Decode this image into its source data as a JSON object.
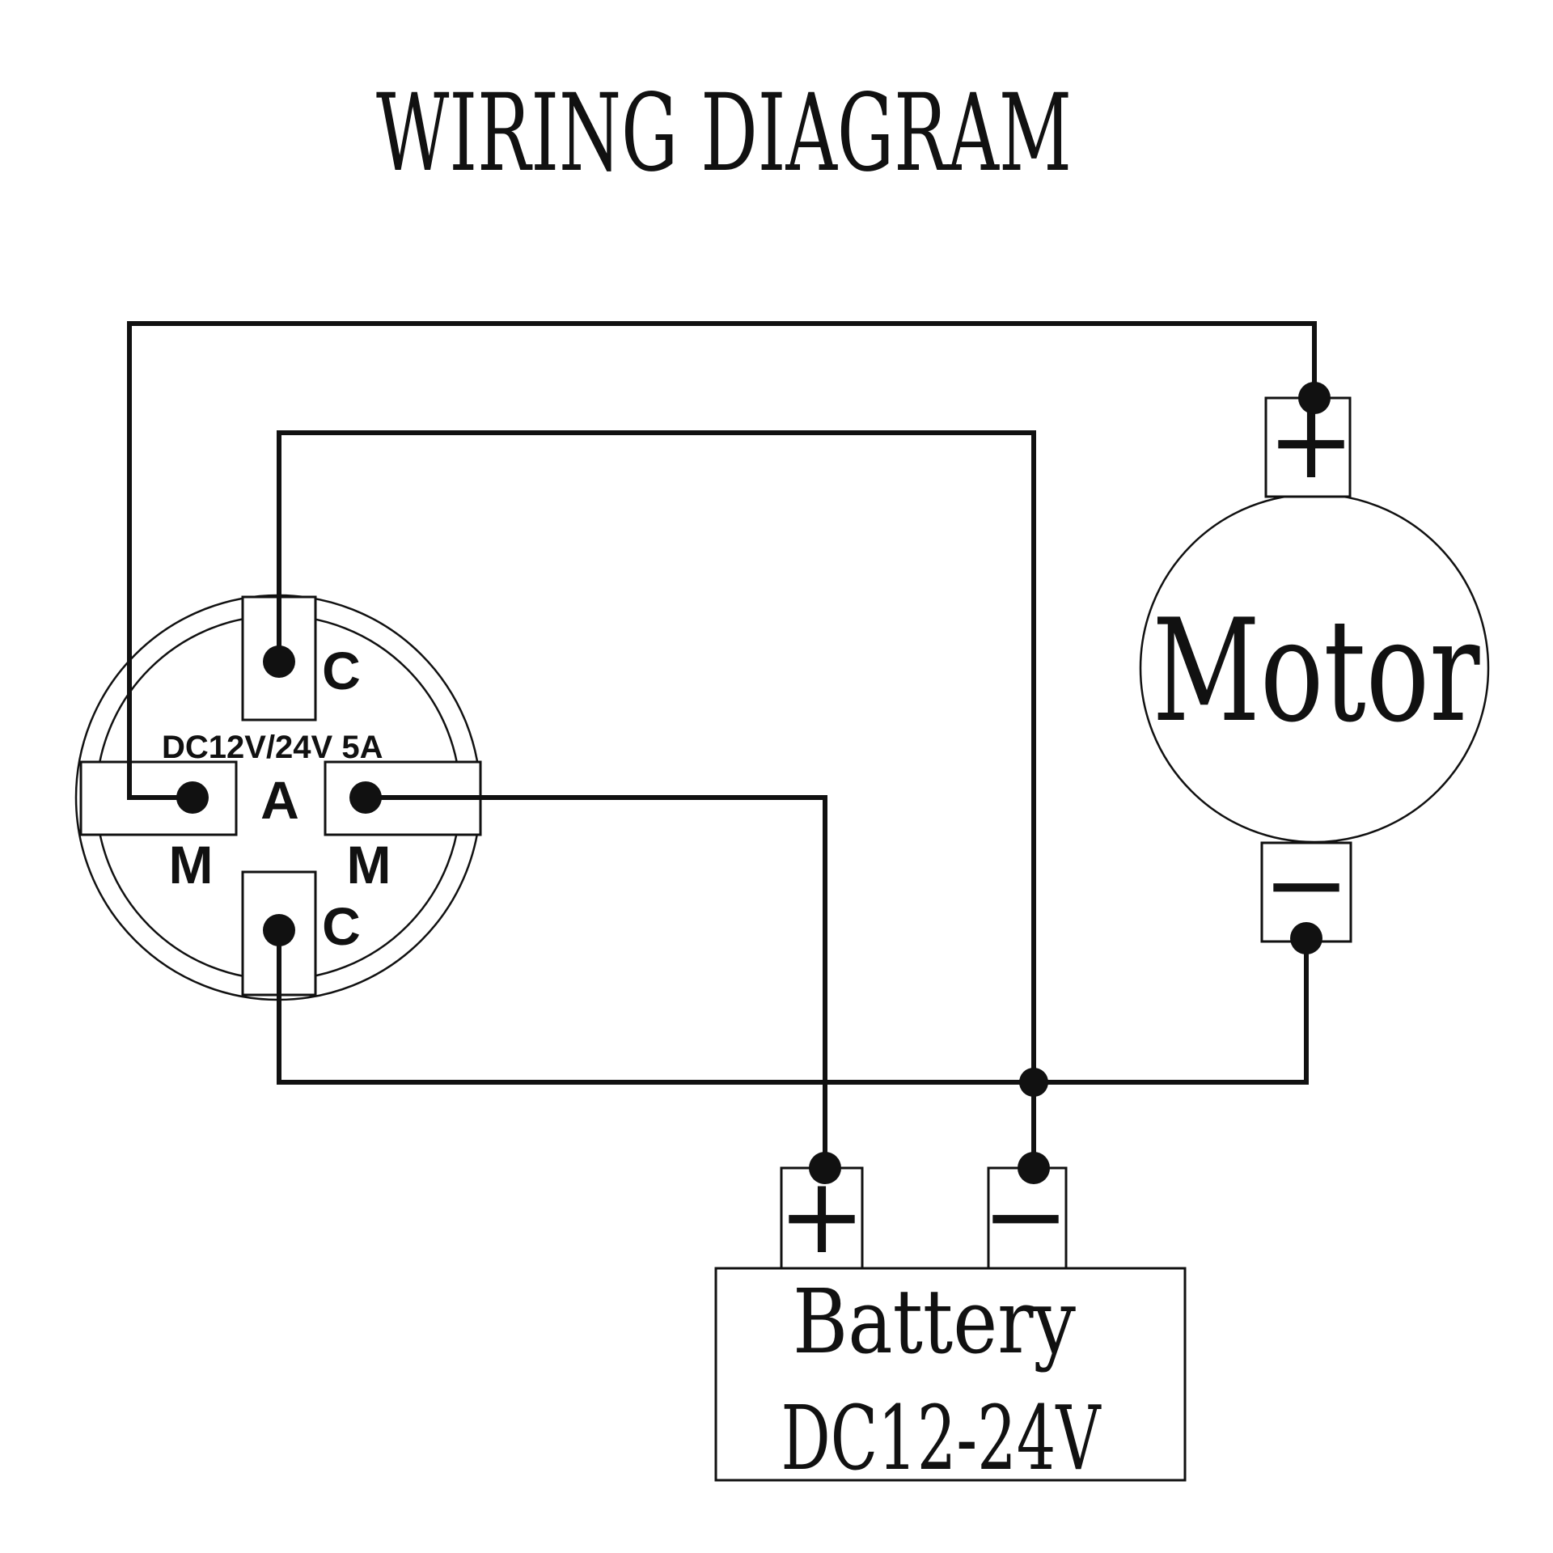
{
  "title": "WIRING DIAGRAM",
  "switch": {
    "rating": "DC12V/24V 5A",
    "center_label": "A",
    "terminal_c": "C",
    "terminal_m": "M"
  },
  "motor": {
    "label": "Motor",
    "plus": "+",
    "minus": "−"
  },
  "battery": {
    "name": "Battery",
    "voltage": "DC12-24V",
    "plus": "+",
    "minus": "−"
  },
  "colors": {
    "line": "#111111",
    "background": "#ffffff"
  }
}
